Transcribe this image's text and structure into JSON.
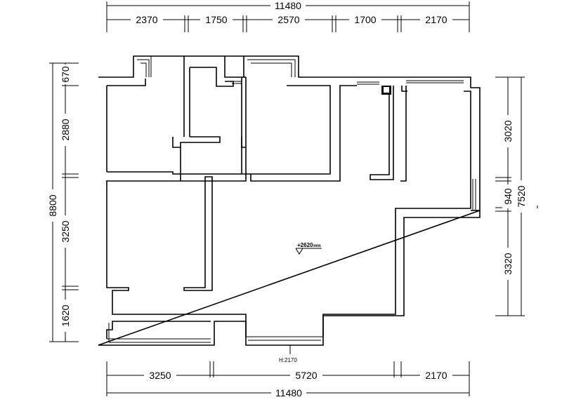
{
  "plan": {
    "top_dims": [
      "2370",
      "1750",
      "2570",
      "1700",
      "2170"
    ],
    "top_total": "11480",
    "left_dims": [
      "670",
      "2880",
      "3250",
      "1620"
    ],
    "left_total": "8800",
    "right_dims": [
      "3020",
      "940",
      "3320"
    ],
    "right_total": "7520",
    "bottom_dims": [
      "3250",
      "5720",
      "2170"
    ],
    "bottom_total": "11480",
    "elevation_label": "+2620",
    "elevation_unit": "mm",
    "window_height_label": "H:2170"
  }
}
